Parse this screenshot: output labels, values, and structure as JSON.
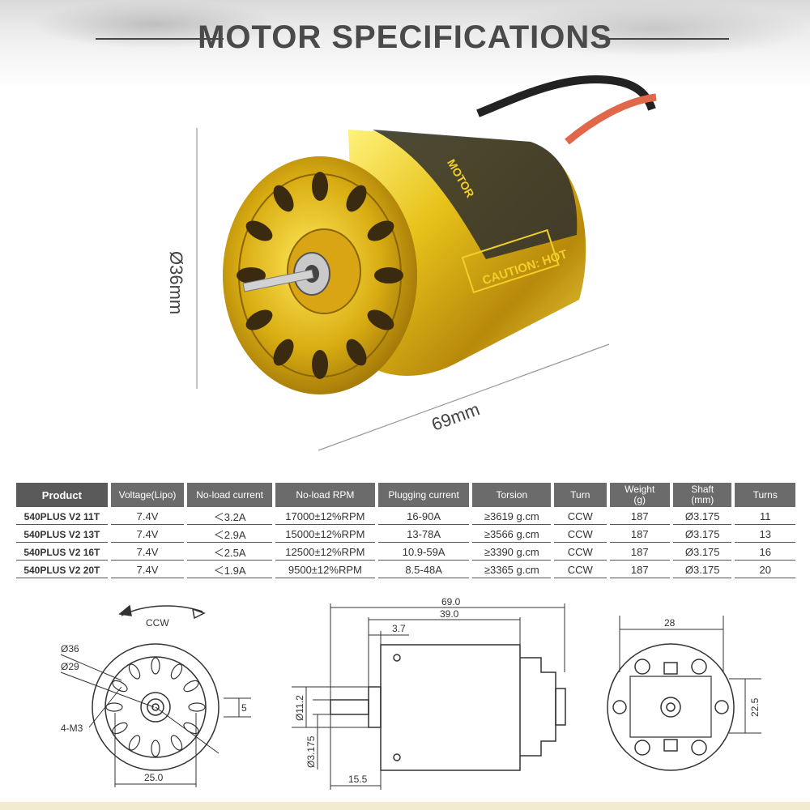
{
  "header": {
    "title": "MOTOR SPECIFICATIONS"
  },
  "photo": {
    "diameter_label": "Ø36mm",
    "length_label": "69mm",
    "can_text": "CAUTION: HOT",
    "can_text2": "MOTOR"
  },
  "table": {
    "headers": [
      "Product",
      "Voltage(Lipo)",
      "No-load current",
      "No-load RPM",
      "Plugging current",
      "Torsion",
      "Turn",
      "Weight\n(g)",
      "Shaft\n(mm)",
      "Turns"
    ],
    "rows": [
      [
        "540PLUS V2 11T",
        "7.4V",
        "＜3.2A",
        "17000±12%RPM",
        "16-90A",
        "≥3619 g.cm",
        "CCW",
        "187",
        "Ø3.175",
        "11"
      ],
      [
        "540PLUS V2 13T",
        "7.4V",
        "＜2.9A",
        "15000±12%RPM",
        "13-78A",
        "≥3566 g.cm",
        "CCW",
        "187",
        "Ø3.175",
        "13"
      ],
      [
        "540PLUS V2 16T",
        "7.4V",
        "＜2.5A",
        "12500±12%RPM",
        "10.9-59A",
        "≥3390 g.cm",
        "CCW",
        "187",
        "Ø3.175",
        "16"
      ],
      [
        "540PLUS V2 20T",
        "7.4V",
        "＜1.9A",
        "9500±12%RPM",
        "8.5-48A",
        "≥3365 g.cm",
        "CCW",
        "187",
        "Ø3.175",
        "20"
      ]
    ]
  },
  "drawing_front": {
    "rotation": "CCW",
    "d_outer": "Ø36",
    "d_inner": "Ø29",
    "holes": "4-M3",
    "offset": "5",
    "width": "25.0"
  },
  "drawing_side": {
    "total": "69.0",
    "can": "39.0",
    "shaft_step": "3.7",
    "boss_dia": "Ø11.2",
    "shaft_dia": "Ø3.175",
    "shaft_len": "15.5"
  },
  "drawing_rear": {
    "width": "28",
    "height": "22.5"
  }
}
